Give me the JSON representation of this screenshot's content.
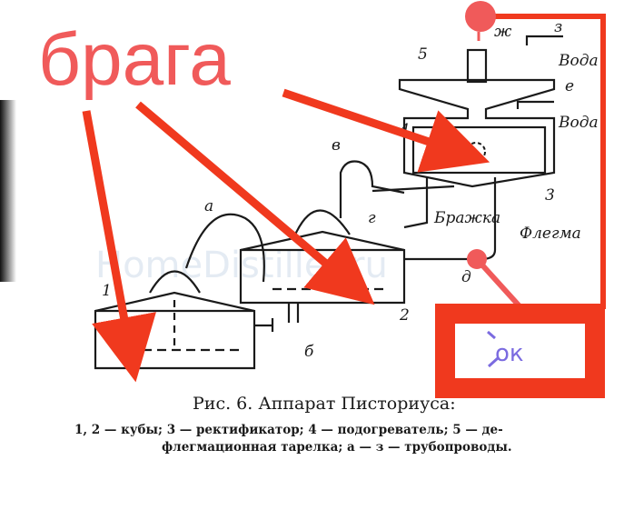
{
  "annotation": {
    "main_label": "брага",
    "ok_label": "ок",
    "red_color": "#f0391e",
    "pink_color": "#f05a5a",
    "ok_color": "#7b6be0"
  },
  "watermark": "HomeDistiller.ru",
  "diagram_labels": {
    "zh": "ж",
    "z": "з",
    "water_top": "Вода",
    "five": "5",
    "e": "е",
    "water_mid": "Вода",
    "four": "4",
    "v": "в",
    "three": "3",
    "g": "г",
    "brazhka": "Бражка",
    "flegma": "Флегма",
    "a": "а",
    "one": "1",
    "two": "2",
    "b": "б",
    "d": "д"
  },
  "caption": {
    "title": "Рис. 6. Аппарат Писториуса:",
    "line1": "1, 2 — кубы; 3 — ректификатор; 4 — подогреватель; 5 — де-",
    "line2": "флегмационная тарелка; а — з — трубопроводы."
  }
}
